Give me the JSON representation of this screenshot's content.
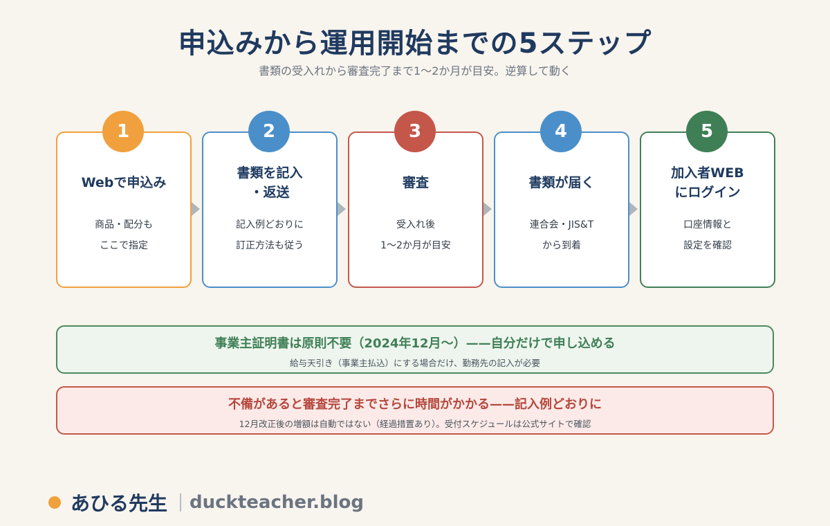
{
  "title": "申込みから運用開始までの5ステップ",
  "subtitle": "書類の受入れから審査完了まで1〜2か月が目安。逆算して動く",
  "steps": [
    {
      "number": "1",
      "title": "Webで申込み",
      "desc": "商品・配分も\nここで指定",
      "color": "#f0a03c"
    },
    {
      "number": "2",
      "title": "書類を記入\n・返送",
      "desc": "記入例どおりに\n訂正方法も従う",
      "color": "#4a8fc9"
    },
    {
      "number": "3",
      "title": "審査",
      "desc": "受入れ後\n1〜2か月が目安",
      "color": "#c4574a"
    },
    {
      "number": "4",
      "title": "書類が届く",
      "desc": "連合会・JIS&T\nから到着",
      "color": "#4a8fc9"
    },
    {
      "number": "5",
      "title": "加入者WEB\nにログイン",
      "desc": "口座情報と\n設定を確認",
      "color": "#3f7f56"
    }
  ],
  "notes": {
    "green": {
      "main": "事業主証明書は原則不要（2024年12月〜）——自分だけで申し込める",
      "sub": "給与天引き（事業主払込）にする場合だけ、勤務先の記入が必要"
    },
    "red": {
      "main": "不備があると審査完了までさらに時間がかかる——記入例どおりに",
      "sub": "12月改正後の増額は自動ではない（経過措置あり）。受付スケジュールは公式サイトで確認"
    }
  },
  "footer": {
    "author": "あひる先生",
    "site": "duckteacher.blog"
  }
}
